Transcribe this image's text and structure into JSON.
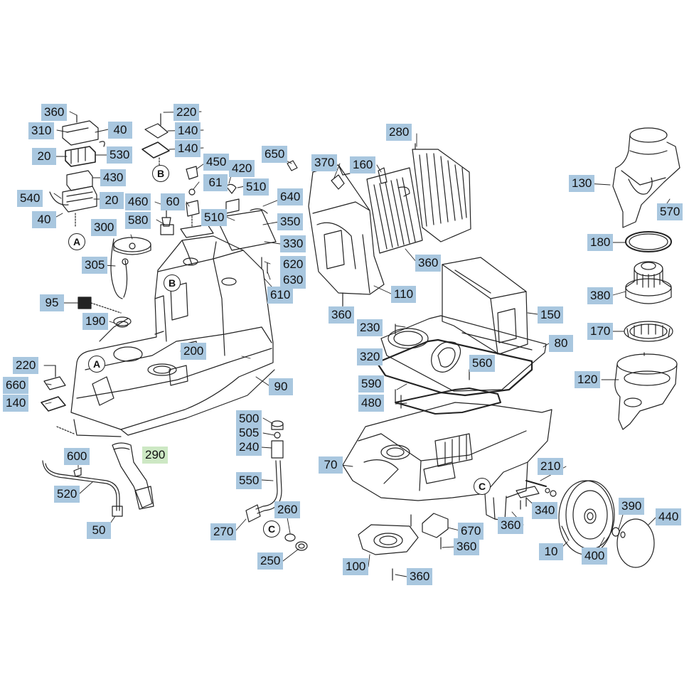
{
  "labels": {
    "l360a": "360",
    "l220a": "220",
    "l310": "310",
    "l40a": "40",
    "l140a": "140",
    "l140b": "140",
    "l20a": "20",
    "l530": "530",
    "l450": "450",
    "l420": "420",
    "l650": "650",
    "l280": "280",
    "l370": "370",
    "l160": "160",
    "l430": "430",
    "l61": "61",
    "l510a": "510",
    "l640": "640",
    "l540": "540",
    "l20b": "20",
    "l460": "460",
    "l60": "60",
    "l130": "130",
    "l40b": "40",
    "l580": "580",
    "l510b": "510",
    "l350": "350",
    "l570": "570",
    "l300": "300",
    "l330": "330",
    "l180": "180",
    "l360b": "360",
    "l620": "620",
    "l305": "305",
    "l630": "630",
    "l610": "610",
    "l110": "110",
    "l380": "380",
    "l95": "95",
    "l150": "150",
    "l360c": "360",
    "l190": "190",
    "l230": "230",
    "l170": "170",
    "l80": "80",
    "l200": "200",
    "l320": "320",
    "l220b": "220",
    "l560": "560",
    "l120": "120",
    "l660": "660",
    "l590": "590",
    "l90": "90",
    "l140c": "140",
    "l480": "480",
    "l500": "500",
    "l505": "505",
    "l290": "290",
    "l240": "240",
    "l600": "600",
    "l70": "70",
    "l210": "210",
    "l550": "550",
    "l520": "520",
    "l260": "260",
    "l340": "340",
    "l390": "390",
    "l440": "440",
    "l270": "270",
    "l670": "670",
    "l360d": "360",
    "l50": "50",
    "l360e": "360",
    "l10": "10",
    "l250": "250",
    "l400": "400",
    "l100": "100",
    "l360f": "360"
  },
  "refs": {
    "a": "A",
    "b": "B",
    "c": "C"
  },
  "colors": {
    "label_bg": "#a9c7df",
    "label_highlight_bg": "#cde8c4",
    "line": "#222222"
  }
}
